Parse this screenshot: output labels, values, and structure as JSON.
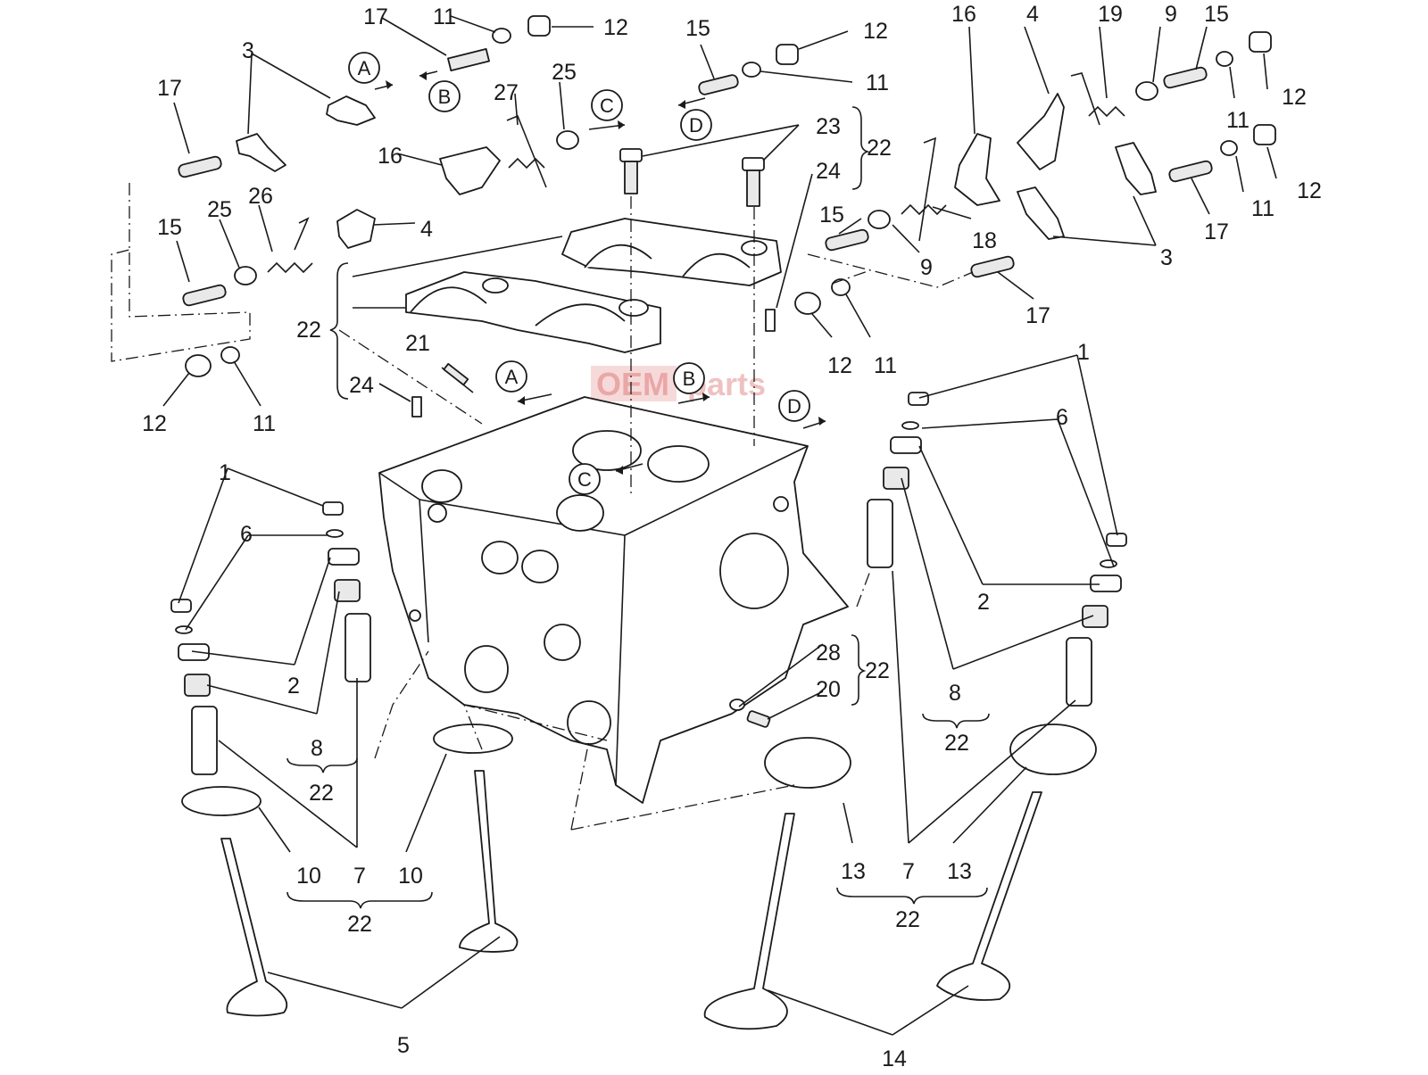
{
  "diagram": {
    "watermark": {
      "left": "OEM",
      "right": "parts",
      "color": "#cc3333"
    },
    "letter_markers": [
      "A",
      "B",
      "C",
      "D"
    ],
    "callouts": {
      "n1": "1",
      "n2": "2",
      "n3": "3",
      "n4": "4",
      "n5": "5",
      "n6": "6",
      "n7": "7",
      "n8": "8",
      "n9": "9",
      "n10": "10",
      "n11": "11",
      "n12": "12",
      "n13": "13",
      "n14": "14",
      "n15": "15",
      "n16": "16",
      "n17": "17",
      "n18": "18",
      "n19": "19",
      "n20": "20",
      "n21": "21",
      "n22": "22",
      "n23": "23",
      "n24": "24",
      "n25": "25",
      "n26": "26",
      "n27": "27",
      "n28": "28"
    }
  }
}
